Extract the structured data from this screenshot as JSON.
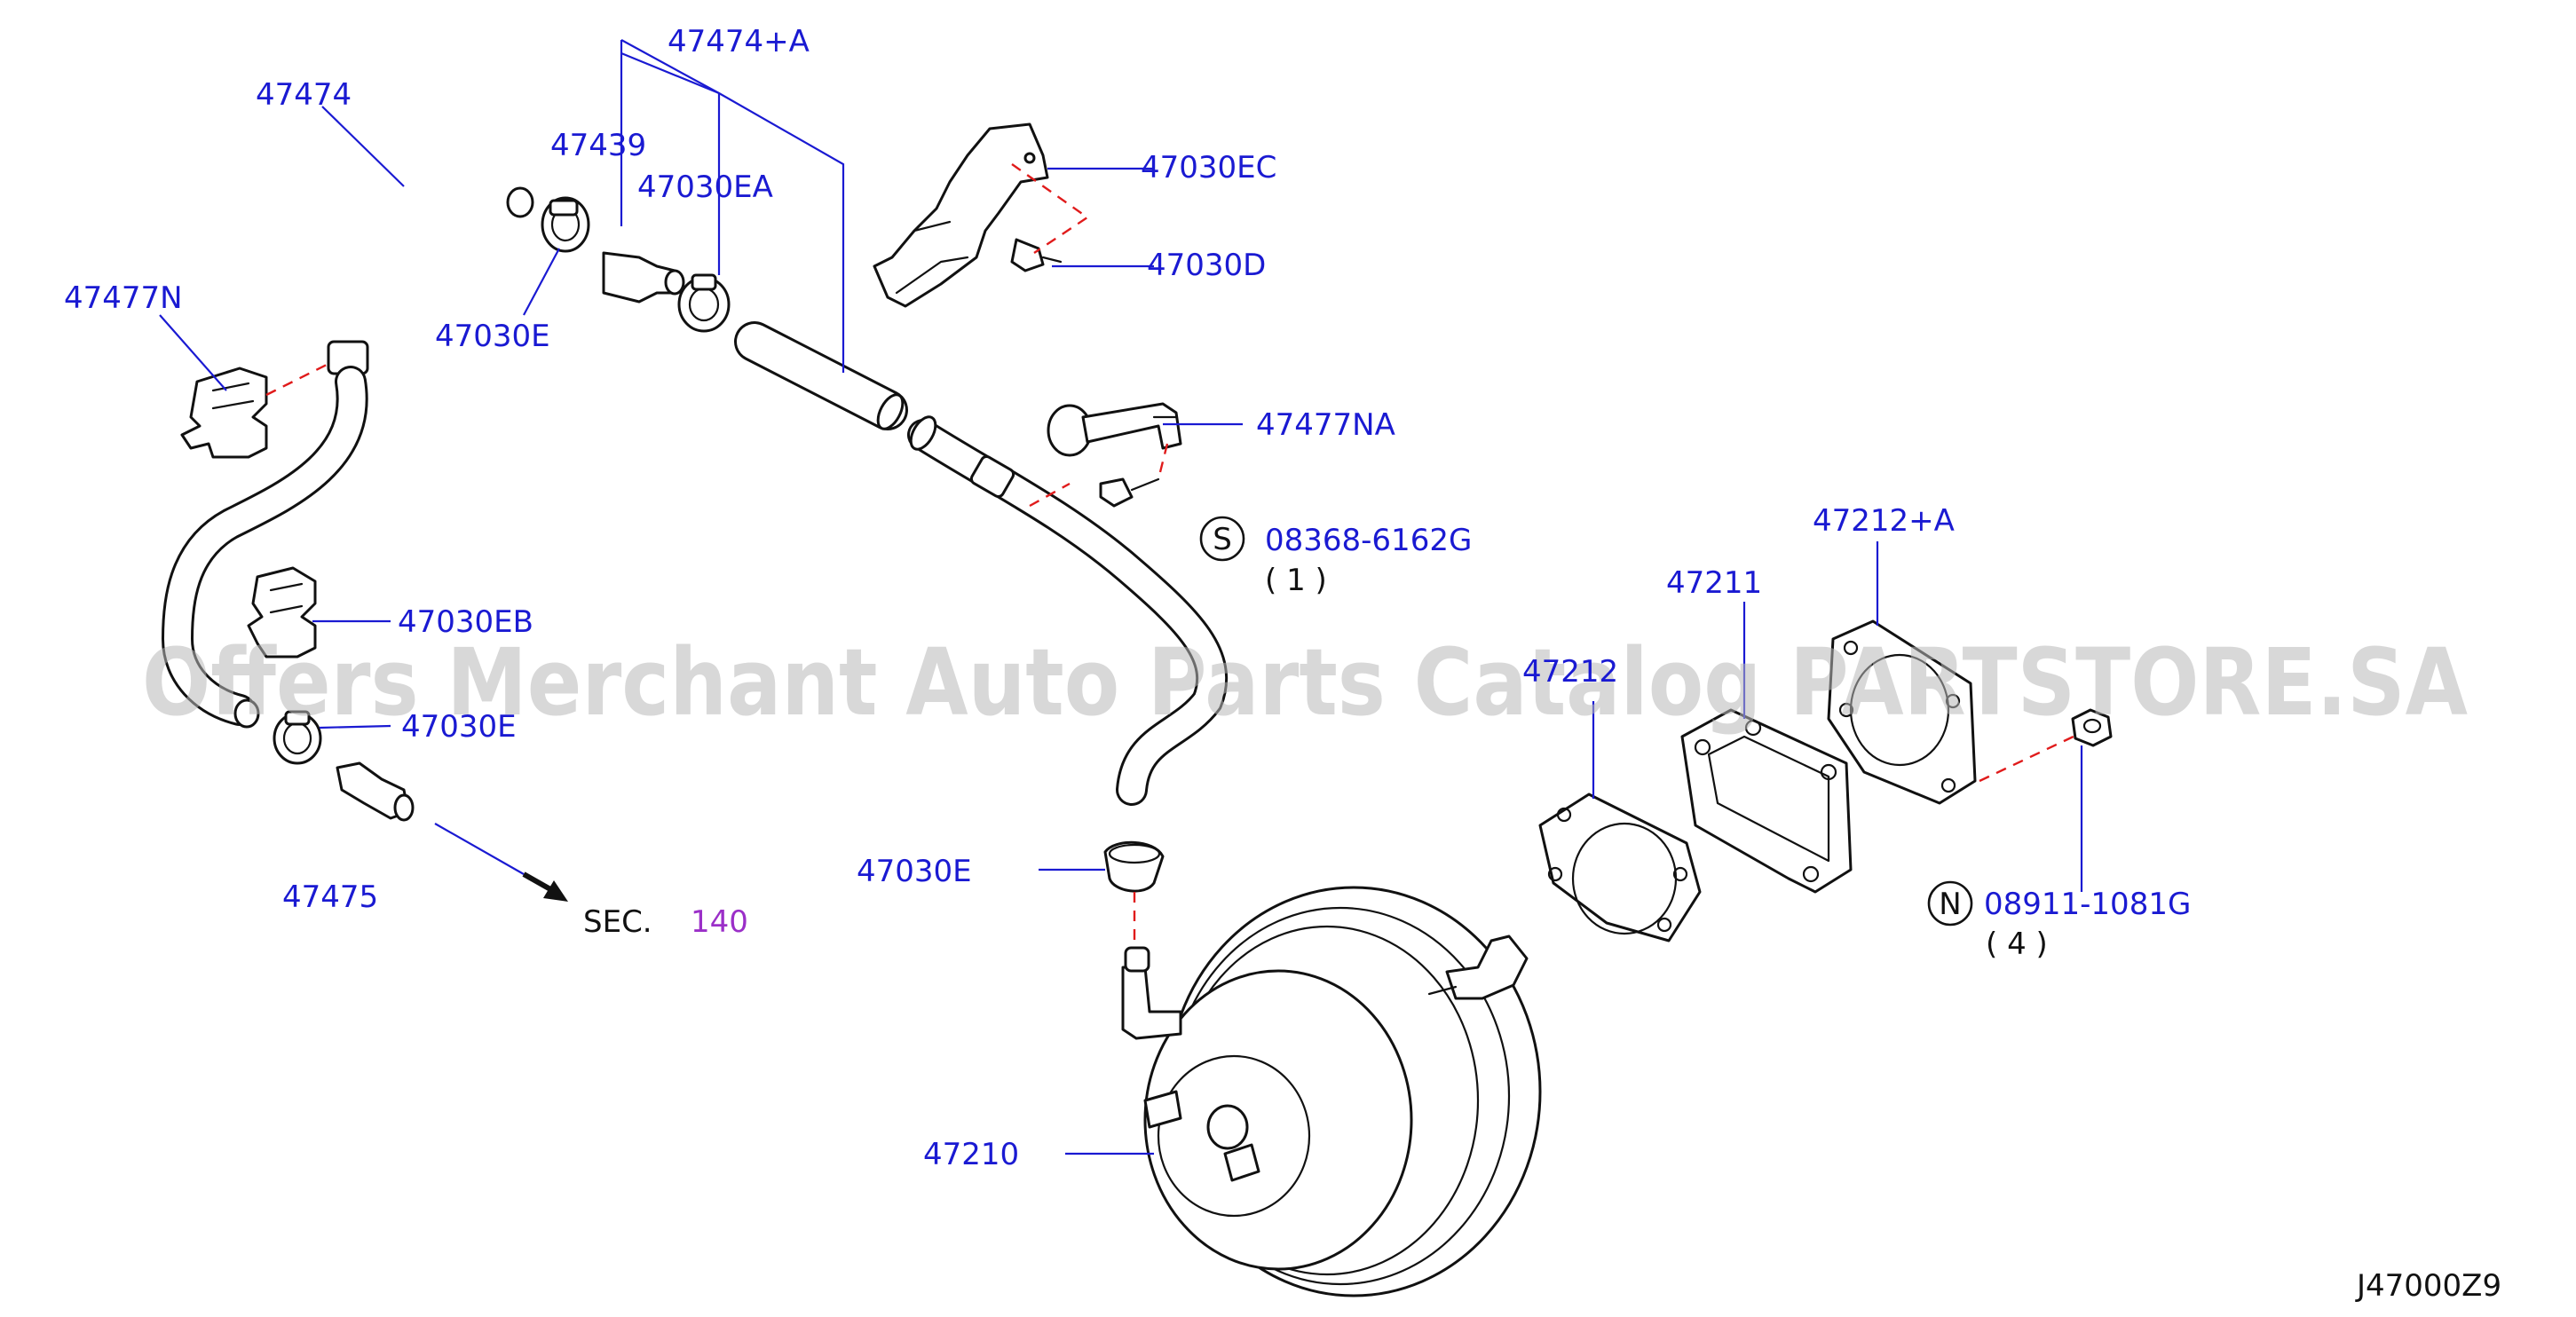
{
  "parts": {
    "p47474": "47474",
    "p47474A": "47474+A",
    "p47439": "47439",
    "p47030EA": "47030EA",
    "p47030E_top": "47030E",
    "p47477N": "47477N",
    "p47030EC": "47030EC",
    "p47030D": "47030D",
    "p47477NA": "47477NA",
    "p08368": "08368-6162G",
    "p08368_qty": "( 1 )",
    "p47030EB": "47030EB",
    "p47030E_mid": "47030E",
    "p47475": "47475",
    "p47030E_bottom": "47030E",
    "p47210": "47210",
    "p47212": "47212",
    "p47211": "47211",
    "p47212A": "47212+A",
    "p08911": "08911-1081G",
    "p08911_qty": "( 4 )"
  },
  "symbols": {
    "s_marker": "S",
    "n_marker": "N"
  },
  "section_ref": {
    "prefix": "SEC.",
    "number": "140"
  },
  "diagram_code": "J47000Z9",
  "watermark": "Offers Merchant Auto Parts Catalog PARTSTORE.SA",
  "colors": {
    "label": "#1a1ad2",
    "dashed_line": "#e01b1b",
    "section_number": "#9b2fc8",
    "outline": "#111111",
    "watermark": "#b8b8b8"
  }
}
